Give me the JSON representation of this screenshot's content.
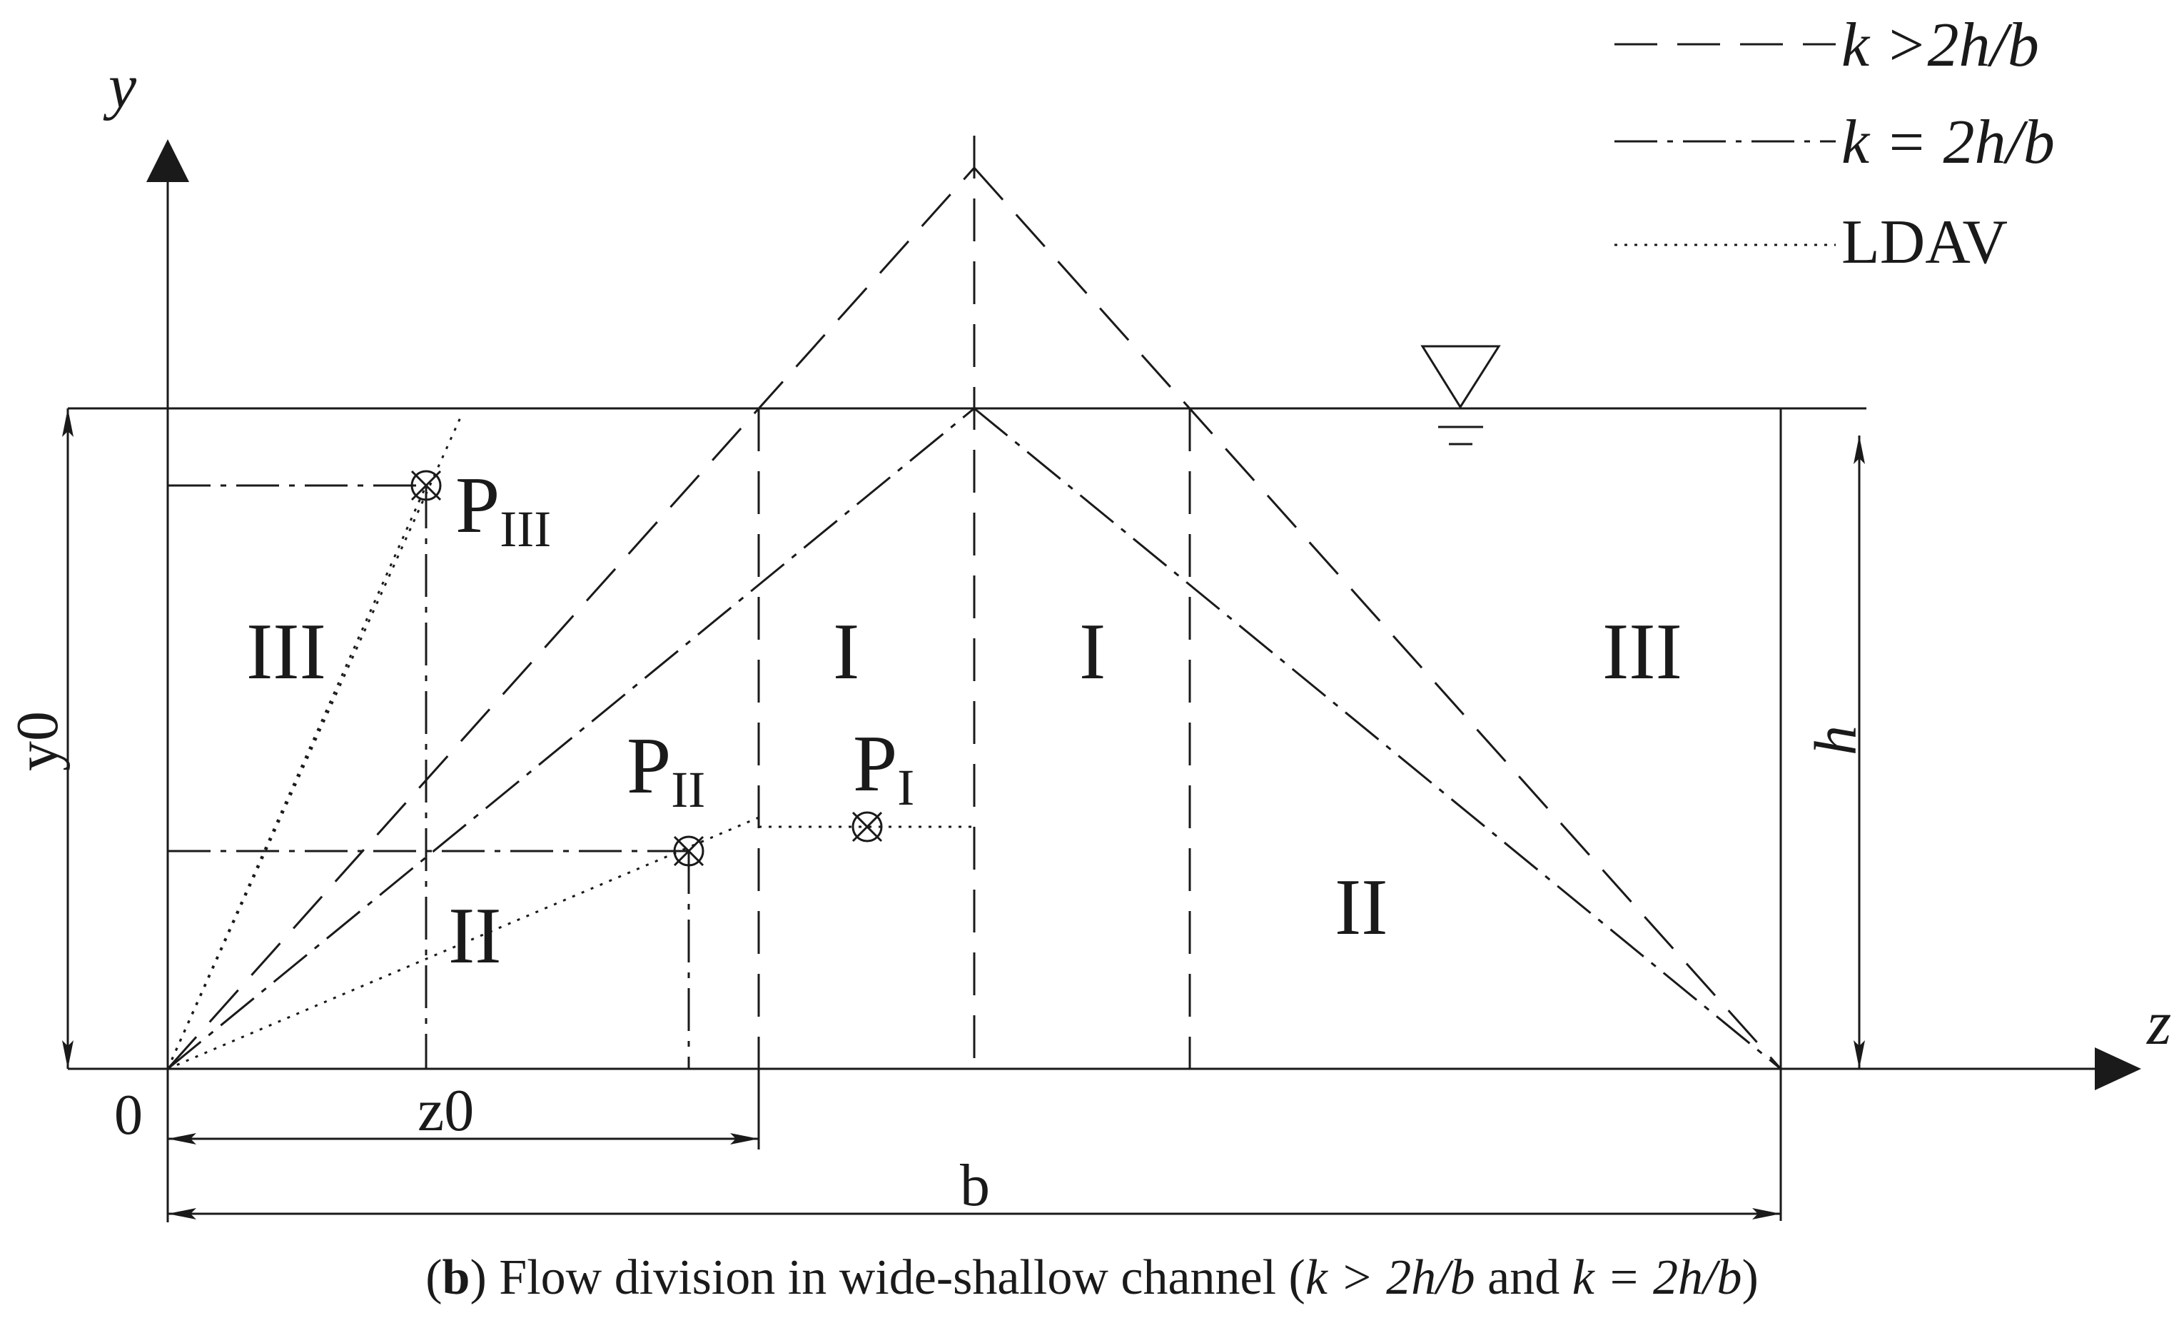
{
  "axes": {
    "y_label": "y",
    "z_label": "z",
    "origin_label": "0"
  },
  "dimensions": {
    "y0_label": "y0",
    "z0_label": "z0",
    "b_label": "b",
    "h_label": "h"
  },
  "legend": {
    "items": [
      {
        "label": "k >2h/b"
      },
      {
        "label": "k = 2h/b"
      },
      {
        "label": "LDAV"
      }
    ]
  },
  "regions": {
    "left_III": "III",
    "left_II": "II",
    "center_I_left": "I",
    "center_I_right": "I",
    "right_III": "III",
    "right_II": "II"
  },
  "points": {
    "P_III": {
      "base": "P",
      "sub": "III"
    },
    "P_II": {
      "base": "P",
      "sub": "II"
    },
    "P_I": {
      "base": "P",
      "sub": "I"
    }
  },
  "caption": {
    "open_paren": "(",
    "letter": "b",
    "close_text": ") Flow division in wide-shallow channel (",
    "cond1": "k > 2h/b",
    "and_text": " and ",
    "cond2": "k = 2h/b",
    "end_paren": ")"
  },
  "colors": {
    "line": "#1a1a1a",
    "background": "#ffffff"
  }
}
